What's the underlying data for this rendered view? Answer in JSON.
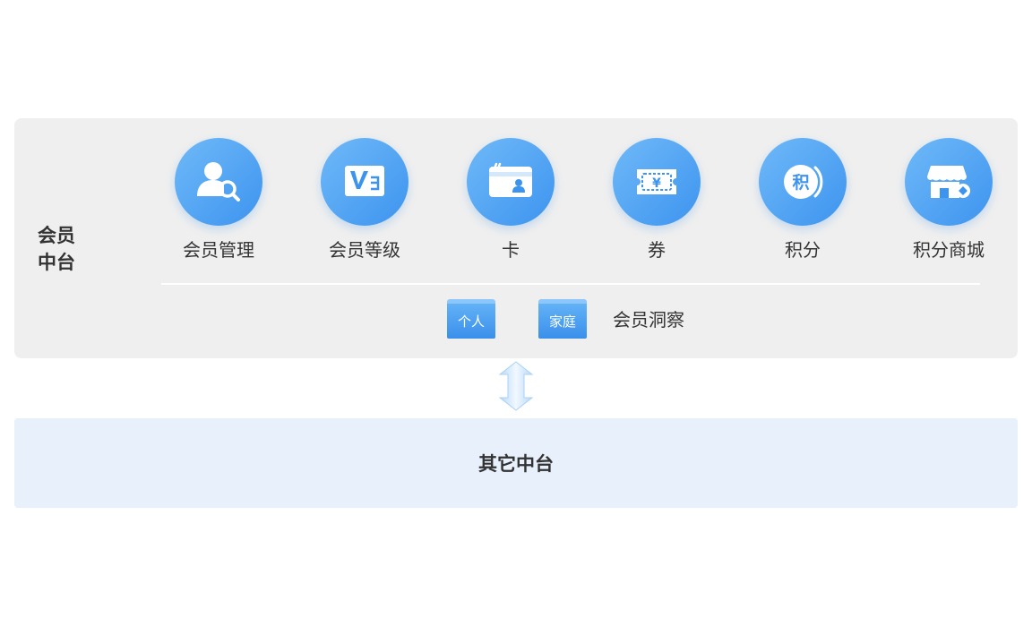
{
  "member_platform": {
    "title": "会员\n中台",
    "modules": [
      {
        "label": "会员管理",
        "icon": "member-search-icon"
      },
      {
        "label": "会员等级",
        "icon": "level-badge-icon"
      },
      {
        "label": "卡",
        "icon": "card-icon"
      },
      {
        "label": "券",
        "icon": "coupon-icon"
      },
      {
        "label": "积分",
        "icon": "points-icon",
        "icon_text": "积"
      },
      {
        "label": "积分商城",
        "icon": "points-mall-icon"
      }
    ],
    "insight": {
      "tags": [
        "个人",
        "家庭"
      ],
      "label": "会员洞察"
    }
  },
  "connector": {
    "icon": "bidirectional-arrow-icon"
  },
  "other_platform": {
    "title": "其它中台"
  },
  "colors": {
    "accent": "#3d94ef",
    "accent_light": "#6fb9f8",
    "panel_bg": "#efefef",
    "lower_bg": "#e7f0fb"
  }
}
